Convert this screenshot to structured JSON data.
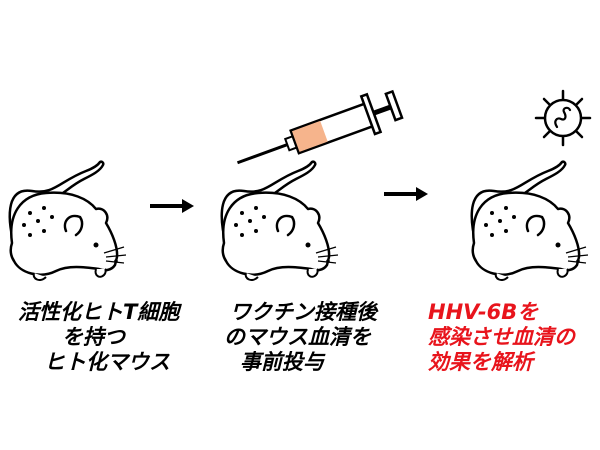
{
  "steps": [
    {
      "lines": [
        "活性化ヒトT細胞",
        "を持つ",
        "ヒト化マウス"
      ],
      "color": "#000000"
    },
    {
      "lines": [
        "ワクチン接種後",
        "のマウス血清を",
        "事前投与"
      ],
      "color": "#000000"
    },
    {
      "lines": [
        "HHV-6Bを",
        "感染させ血清の",
        "効果を解析"
      ],
      "color": "#e8141c"
    }
  ],
  "icons": {
    "mouse": "mouse-icon",
    "arrow": "arrow-right-icon",
    "syringe": "syringe-icon",
    "virus": "virus-icon"
  },
  "colors": {
    "highlight": "#e8141c",
    "syringe_fill": "#f6b48c",
    "outline": "#000000"
  }
}
